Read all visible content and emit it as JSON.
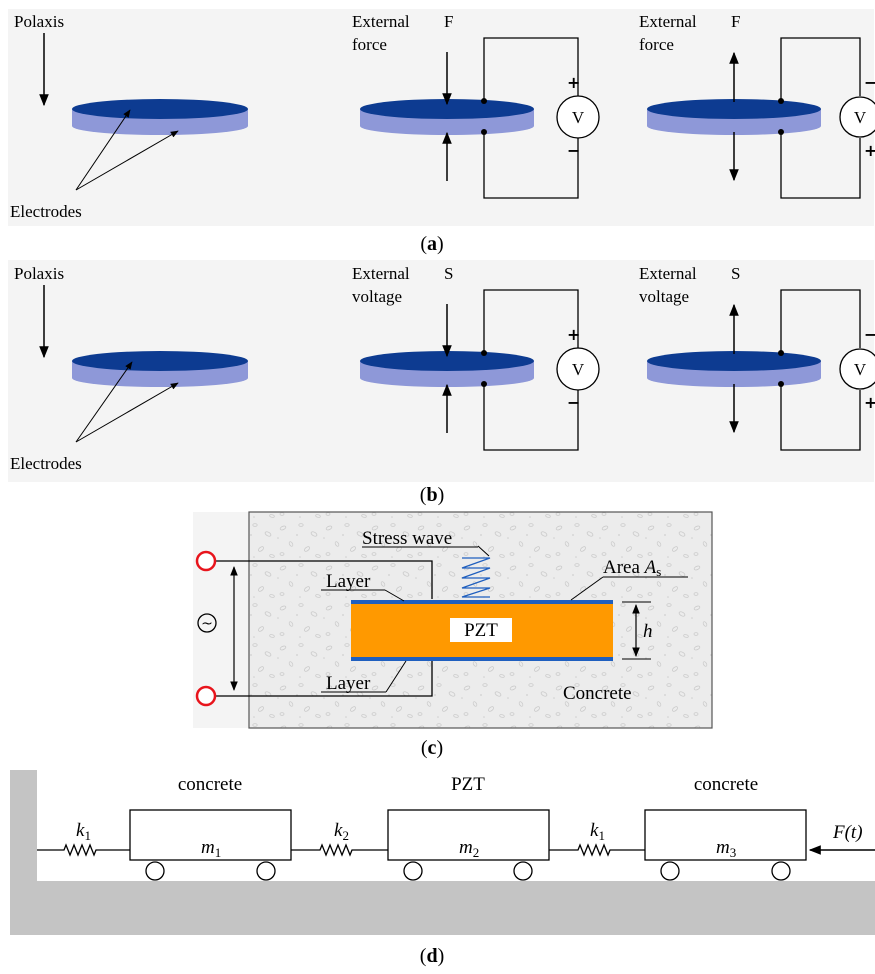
{
  "panel_a": {
    "polaxis": "Polaxis",
    "electrodes": "Electrodes",
    "mid_label_1": "External",
    "mid_label_2": "force",
    "mid_symbol": "F",
    "right_label_1": "External",
    "right_label_2": "force",
    "right_symbol": "F",
    "meter": "V",
    "plus": "+",
    "minus": "−",
    "caption_letter": "a"
  },
  "panel_b": {
    "polaxis": "Polaxis",
    "electrodes": "Electrodes",
    "mid_label_1": "External",
    "mid_label_2": "voltage",
    "mid_symbol": "S",
    "right_label_1": "External",
    "right_label_2": "voltage",
    "right_symbol": "S",
    "meter": "V",
    "plus": "+",
    "minus": "−",
    "caption_letter": "b"
  },
  "panel_c": {
    "stress_wave": "Stress wave",
    "area_label": "Area ",
    "area_symbol": "A",
    "area_subscript": "s",
    "layer_top": "Layer",
    "layer_bottom": "Layer",
    "pzt": "PZT",
    "height_symbol": "h",
    "concrete": "Concrete",
    "source_symbol": "~",
    "caption_letter": "c"
  },
  "panel_d": {
    "mass_titles": [
      "concrete",
      "PZT",
      "concrete"
    ],
    "mass_symbol": "m",
    "mass_subscripts": [
      "1",
      "2",
      "3"
    ],
    "spring_symbol": "k",
    "spring_subscripts": [
      "1",
      "2",
      "1"
    ],
    "force_label": "F(t)",
    "caption_letter": "d"
  },
  "colors": {
    "panel_bg": "#f4f4f4",
    "disk_top": "#0d3b91",
    "disk_side": "#8e98d8",
    "pzt_fill": "#ff9900",
    "electrode_layer": "#1f5fbf",
    "source_terminal": "#e8141c",
    "ground": "#c4c4c4",
    "concrete_bg": "#ececec"
  }
}
